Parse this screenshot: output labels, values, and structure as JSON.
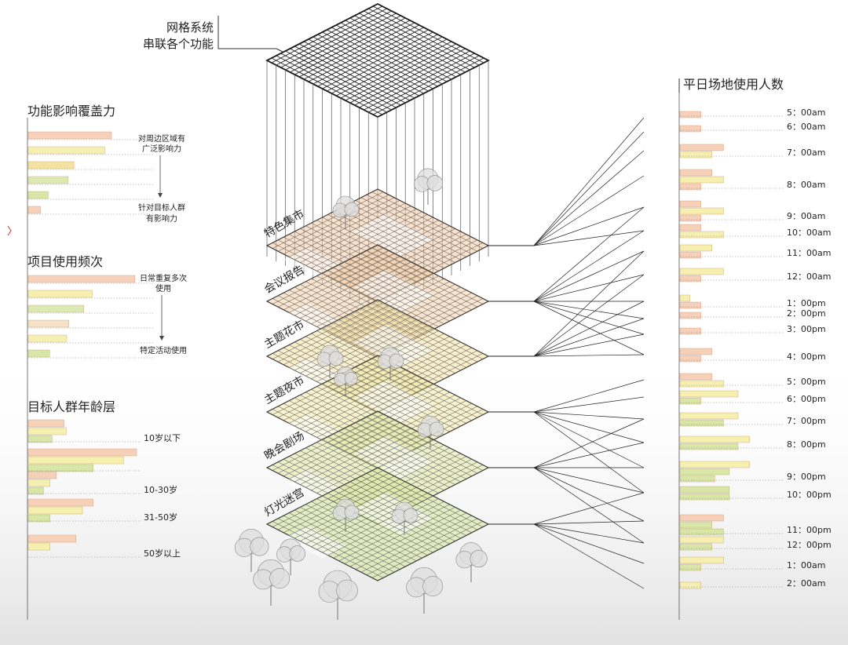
{
  "grid_system": {
    "line1": "网格系统",
    "line2": "串联各个功能"
  },
  "layers": [
    {
      "name": "特色集市",
      "fill": "#f3c9a4"
    },
    {
      "name": "会议报告",
      "fill": "#f2cfa8"
    },
    {
      "name": "主题花市",
      "fill": "#f4e1a3"
    },
    {
      "name": "主题夜市",
      "fill": "#f3eaa6"
    },
    {
      "name": "晚会剧场",
      "fill": "#dfe8a4"
    },
    {
      "name": "灯光迷宫",
      "fill": "#d6e39b"
    }
  ],
  "influence": {
    "title": "功能影响覆盖力",
    "note_top": [
      "对周边区域有",
      "广泛影响力"
    ],
    "note_bottom": [
      "针对目标人群",
      "有影响力"
    ],
    "bars": [
      {
        "value": 1.0,
        "color": "#f6d0b8"
      },
      {
        "value": 0.92,
        "color": "#f6f0b0"
      },
      {
        "value": 0.55,
        "color": "#f3e3a2"
      },
      {
        "value": 0.48,
        "color": "#dce9b0"
      },
      {
        "value": 0.24,
        "color": "#d8e7a8"
      },
      {
        "value": 0.15,
        "color": "#f6d0b8"
      }
    ]
  },
  "frequency": {
    "title": "项目使用频次",
    "note_top": [
      "日常重复多次",
      "使用"
    ],
    "note_bottom": [
      "特定活动使用"
    ],
    "bars": [
      {
        "value": 1.0,
        "color": "#f6d0b8"
      },
      {
        "value": 0.6,
        "color": "#f6f0b0"
      },
      {
        "value": 0.52,
        "color": "#dce9b0"
      },
      {
        "value": 0.38,
        "color": "#f6e2c8"
      },
      {
        "value": 0.36,
        "color": "#f6f0b0"
      },
      {
        "value": 0.2,
        "color": "#d8e7a8"
      }
    ]
  },
  "age": {
    "title": "目标人群年龄层",
    "groups": [
      {
        "label": "10岁以下",
        "bars": [
          0.33,
          0.35,
          0.22
        ]
      },
      {
        "label": "",
        "bars": [
          1.0,
          0.88,
          0.6
        ]
      },
      {
        "label": "10-30岁",
        "bars": [
          0.26,
          0.2,
          0.14
        ]
      },
      {
        "label": "31-50岁",
        "bars": [
          0.6,
          0.5,
          0.2
        ]
      },
      {
        "label": "50岁以上",
        "bars": [
          0.44,
          0.2,
          0.0
        ]
      }
    ],
    "colors": [
      "#f6d0b8",
      "#f6f0b0",
      "#d8e7a8"
    ]
  },
  "usage": {
    "title": "平日场地使用人数",
    "slots": [
      {
        "time": "5：00am",
        "bars": [
          {
            "v": 0.36,
            "c": "#f6d0b8"
          }
        ]
      },
      {
        "time": "6：00am",
        "bars": [
          {
            "v": 0.36,
            "c": "#f6d0b8"
          }
        ]
      },
      {
        "time": "7：00am",
        "bars": [
          {
            "v": 0.75,
            "c": "#f6d0b8"
          },
          {
            "v": 0.55,
            "c": "#f6f0b0"
          }
        ]
      },
      {
        "time": "8：00am",
        "bars": [
          {
            "v": 0.55,
            "c": "#f6d0b8"
          },
          {
            "v": 0.75,
            "c": "#f6f0b0"
          },
          {
            "v": 0.36,
            "c": "#f6d0b8"
          }
        ]
      },
      {
        "time": "9：00am",
        "bars": [
          {
            "v": 0.36,
            "c": "#f6d0b8"
          },
          {
            "v": 0.75,
            "c": "#f6f0b0"
          },
          {
            "v": 0.36,
            "c": "#f6d0b8"
          }
        ]
      },
      {
        "time": "10：00am",
        "bars": [
          {
            "v": 0.36,
            "c": "#f6d0b8"
          },
          {
            "v": 0.75,
            "c": "#f6f0b0"
          }
        ]
      },
      {
        "time": "11：00am",
        "bars": [
          {
            "v": 0.55,
            "c": "#f6f0b0"
          },
          {
            "v": 0.36,
            "c": "#f6d0b8"
          }
        ]
      },
      {
        "time": "12：00am",
        "bars": [
          {
            "v": 0.75,
            "c": "#f6f0b0"
          },
          {
            "v": 0.36,
            "c": "#f6d0b8"
          }
        ]
      },
      {
        "time": "1：00pm",
        "bars": [
          {
            "v": 0.17,
            "c": "#f6f0b0"
          },
          {
            "v": 0.36,
            "c": "#f6d0b8"
          }
        ]
      },
      {
        "time": "2：00pm",
        "bars": [
          {
            "v": 0.36,
            "c": "#f6d0b8"
          }
        ]
      },
      {
        "time": "3：00pm",
        "bars": [
          {
            "v": 0.36,
            "c": "#f6d0b8"
          }
        ]
      },
      {
        "time": "4：00pm",
        "bars": [
          {
            "v": 0.55,
            "c": "#f6d0b8"
          },
          {
            "v": 0.36,
            "c": "#f6d0b8"
          }
        ]
      },
      {
        "time": "5：00pm",
        "bars": [
          {
            "v": 0.55,
            "c": "#f6d0b8"
          },
          {
            "v": 0.75,
            "c": "#f6f0b0"
          }
        ]
      },
      {
        "time": "6：00pm",
        "bars": [
          {
            "v": 1.0,
            "c": "#f6f0b0"
          },
          {
            "v": 0.36,
            "c": "#d8e7a8"
          }
        ]
      },
      {
        "time": "7：00pm",
        "bars": [
          {
            "v": 1.0,
            "c": "#f6f0b0"
          },
          {
            "v": 0.75,
            "c": "#d8e7a8"
          }
        ]
      },
      {
        "time": "8：00pm",
        "bars": [
          {
            "v": 1.2,
            "c": "#f6f0b0"
          },
          {
            "v": 1.0,
            "c": "#d8e7a8"
          }
        ]
      },
      {
        "time": "9：00pm",
        "bars": [
          {
            "v": 1.2,
            "c": "#f6f0b0"
          },
          {
            "v": 0.85,
            "c": "#d8e7a8"
          },
          {
            "v": 0.6,
            "c": "#d8e7a8"
          }
        ]
      },
      {
        "time": "10：00pm",
        "bars": [
          {
            "v": 0.85,
            "c": "#d8e7a8"
          },
          {
            "v": 0.85,
            "c": "#d8e7a8"
          }
        ]
      },
      {
        "time": "11：00pm",
        "bars": [
          {
            "v": 0.75,
            "c": "#f6d0b8"
          },
          {
            "v": 0.55,
            "c": "#d8e7a8"
          },
          {
            "v": 0.75,
            "c": "#d8e7a8"
          }
        ]
      },
      {
        "time": "12：00pm",
        "bars": [
          {
            "v": 0.75,
            "c": "#f6f0b0"
          },
          {
            "v": 0.55,
            "c": "#d8e7a8"
          }
        ]
      },
      {
        "time": "1：00am",
        "bars": [
          {
            "v": 0.75,
            "c": "#f6f0b0"
          },
          {
            "v": 0.36,
            "c": "#d8e7a8"
          }
        ]
      },
      {
        "time": "2：00am",
        "bars": [
          {
            "v": 0.36,
            "c": "#f6f0b0"
          }
        ]
      }
    ]
  }
}
